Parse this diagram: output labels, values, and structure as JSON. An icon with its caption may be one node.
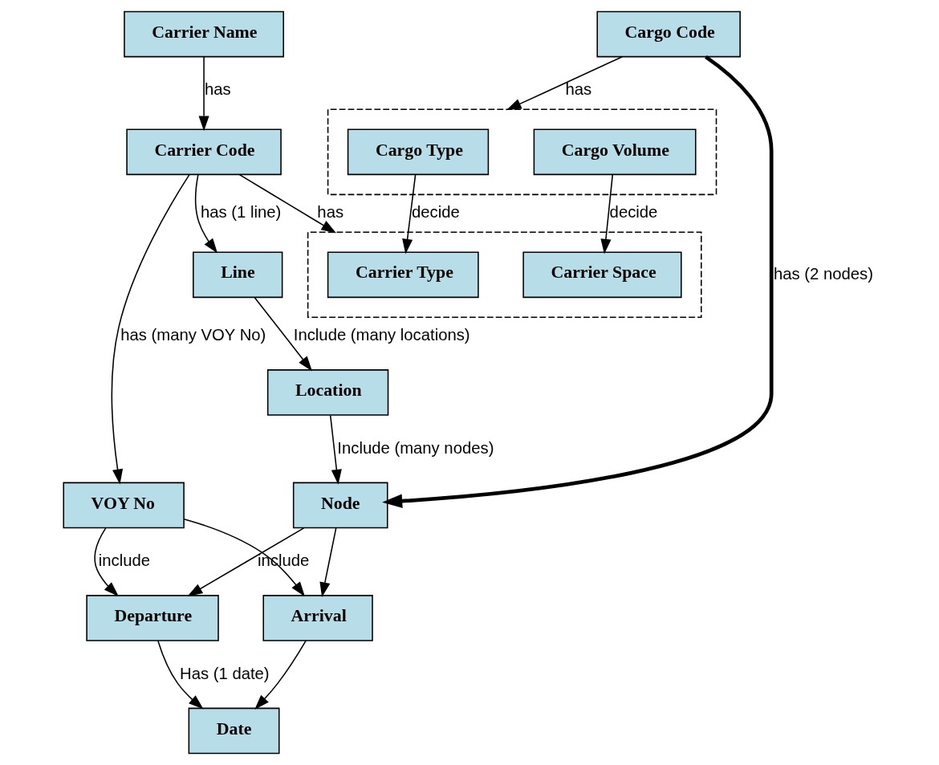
{
  "diagram": {
    "nodes": [
      {
        "text": [
          "Carrier Name"
        ]
      },
      {
        "text": [
          "Cargo Code"
        ]
      },
      {
        "text": [
          "Carrier Code"
        ]
      },
      {
        "text": [],
        "shape": "box"
      },
      {
        "text": [
          "Cargo Type"
        ],
        "in": 3
      },
      {
        "text": [
          "Cargo Volume"
        ],
        "in": 3
      },
      {
        "text": [],
        "shape": "box"
      },
      {
        "text": [
          "Carrier Type"
        ],
        "in": 6
      },
      {
        "text": [
          "Carrier Space"
        ],
        "in": 6
      },
      {
        "text": [
          "VOY No"
        ]
      },
      {
        "text": [
          "Line"
        ]
      },
      {
        "text": [
          "Location"
        ]
      },
      {
        "text": [
          "Node"
        ]
      },
      {
        "text": [
          "Departure"
        ]
      },
      {
        "text": [
          "Arrival"
        ]
      },
      {
        "text": [
          "Date"
        ]
      }
    ],
    "edges": [
      {
        "from": 0,
        "to": 2,
        "arrow": "to",
        "label": "has"
      },
      {
        "from": 1,
        "to": 3,
        "arrow": "to",
        "label": "has"
      },
      {
        "from": 2,
        "to": 6,
        "arrow": "to",
        "label": "has"
      },
      {
        "from": 4,
        "to": 7,
        "arrow": "to",
        "label": "decide"
      },
      {
        "from": 5,
        "to": 8,
        "arrow": "to",
        "label": "decide"
      },
      {
        "from": 2,
        "to": 9,
        "arrow": "to",
        "label": "has (many VOY No)"
      },
      {
        "from": 2,
        "to": 10,
        "arrow": "to",
        "label": "has (1 line)"
      },
      {
        "from": 10,
        "to": 11,
        "arrow": "to",
        "label": "Include (many locations)"
      },
      {
        "from": 11,
        "to": 12,
        "arrow": "to",
        "label": "Include (many nodes)"
      },
      {
        "from": 1,
        "to": 12,
        "arrow": "to",
        "label": "has (2 nodes)",
        "style": "thick"
      },
      {
        "from": 9,
        "to": 13,
        "arrow": "to",
        "label": "include"
      },
      {
        "from": 9,
        "to": 14,
        "arrow": "to"
      },
      {
        "from": 12,
        "to": 13,
        "arrow": "to",
        "label": "include"
      },
      {
        "from": 12,
        "to": 14,
        "arrow": "to"
      },
      {
        "from": 13,
        "to": 15,
        "arrow": "to",
        "label": "Has (1 date)"
      },
      {
        "from": 14,
        "to": 15,
        "arrow": "to"
      }
    ]
  }
}
